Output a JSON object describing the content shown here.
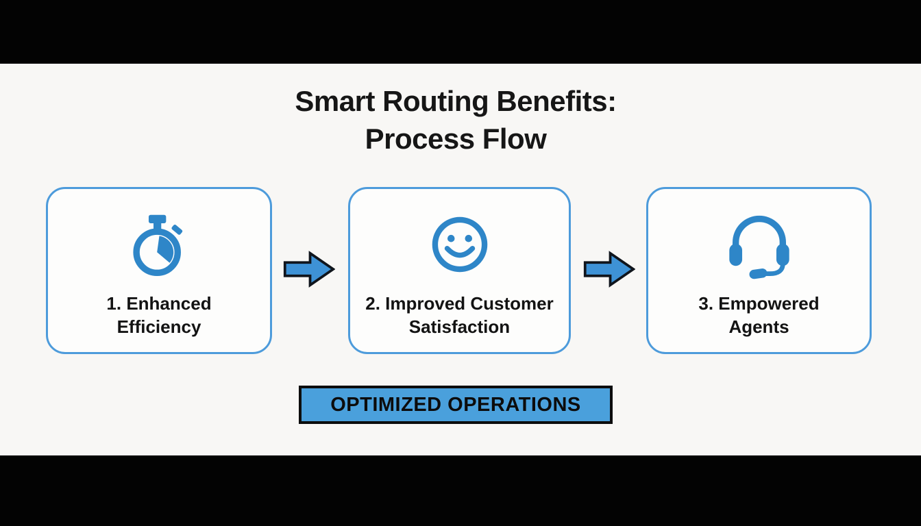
{
  "title": {
    "line1": "Smart Routing Benefits:",
    "line2": "Process Flow"
  },
  "steps": [
    {
      "line1": "1. Enhanced",
      "line2": "Efficiency",
      "icon": "stopwatch-icon"
    },
    {
      "line1": "2. Improved Customer",
      "line2": "Satisfaction",
      "icon": "smiley-face-icon"
    },
    {
      "line1": "3. Empowered",
      "line2": "Agents",
      "icon": "headset-icon"
    }
  ],
  "connectors": {
    "icon": "arrow-right-icon",
    "count": 2
  },
  "banner": {
    "label": "OPTIMIZED OPERATIONS"
  },
  "colors": {
    "icon_blue": "#2e86c8",
    "box_border_blue": "#4d9bdb",
    "arrow_fill_blue": "#3e92d6",
    "arrow_outline": "#10151c",
    "banner_fill_blue": "#4aa0dc",
    "banner_border_black": "#0d0d0d",
    "text_black": "#161616",
    "letterbox_black": "#030303",
    "canvas_background": "#f8f7f5"
  }
}
